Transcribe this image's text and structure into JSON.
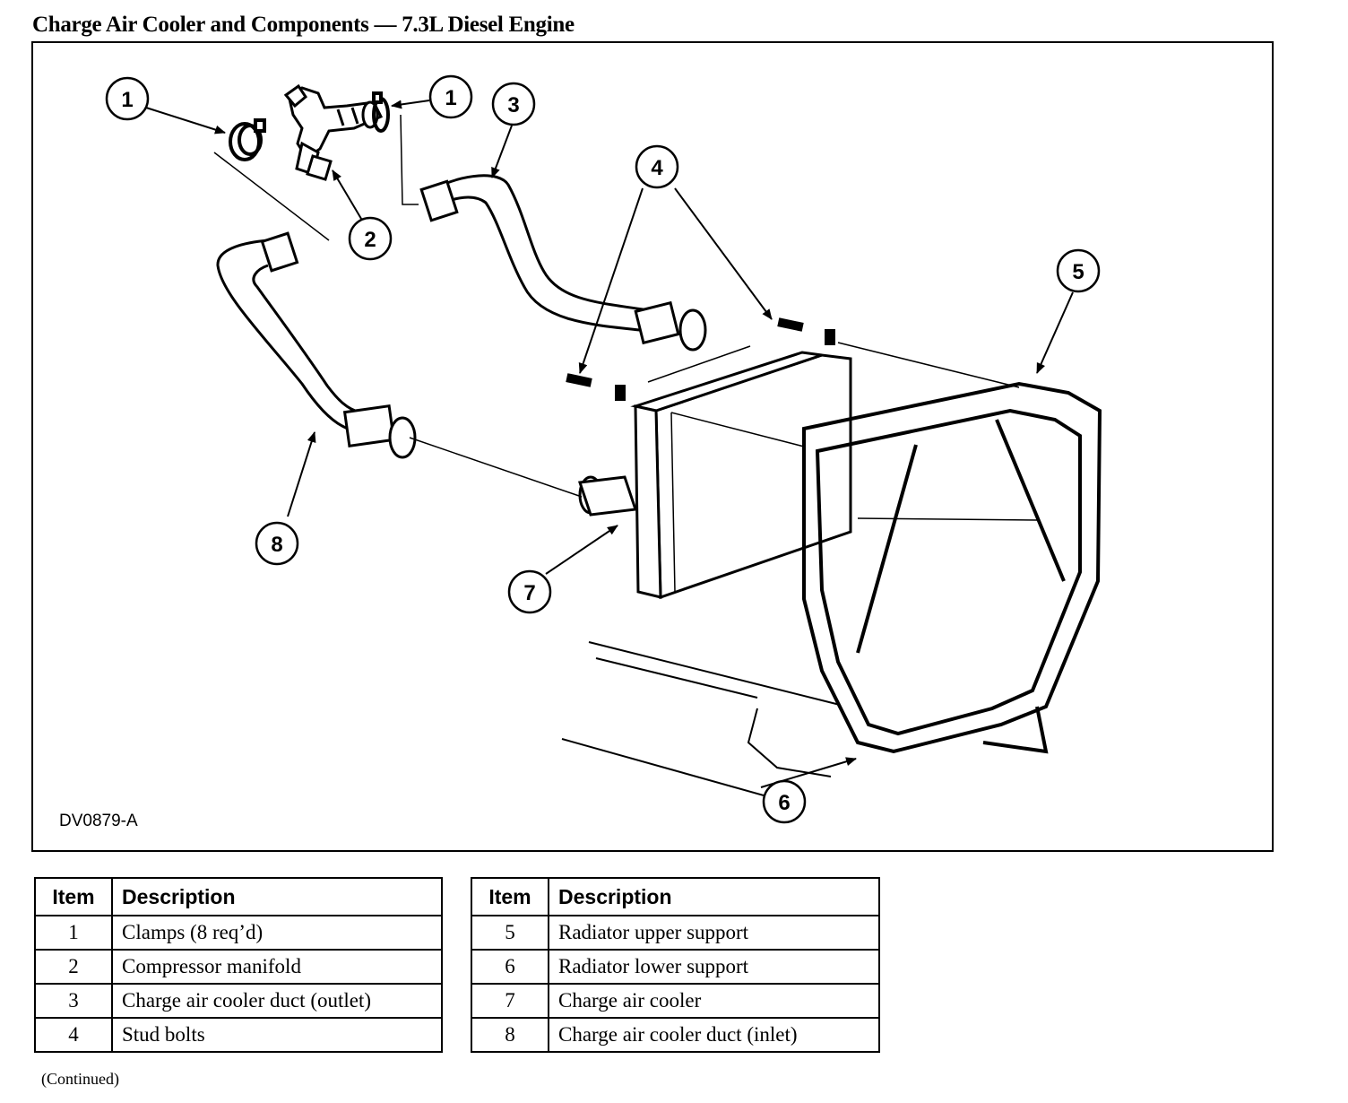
{
  "title": "Charge Air Cooler and Components — 7.3L Diesel Engine",
  "figure_code": "DV0879-A",
  "callouts": [
    "1",
    "1",
    "2",
    "3",
    "4",
    "5",
    "6",
    "7",
    "8"
  ],
  "legend_left": {
    "header_item": "Item",
    "header_description": "Description",
    "rows": [
      {
        "item": "1",
        "description": "Clamps (8 req’d)"
      },
      {
        "item": "2",
        "description": "Compressor manifold"
      },
      {
        "item": "3",
        "description": "Charge air cooler duct (outlet)"
      },
      {
        "item": "4",
        "description": "Stud bolts"
      }
    ]
  },
  "legend_right": {
    "header_item": "Item",
    "header_description": "Description",
    "rows": [
      {
        "item": "5",
        "description": "Radiator upper support"
      },
      {
        "item": "6",
        "description": "Radiator lower support"
      },
      {
        "item": "7",
        "description": "Charge air cooler"
      },
      {
        "item": "8",
        "description": "Charge air cooler duct (inlet)"
      }
    ]
  },
  "continued": "(Continued)"
}
